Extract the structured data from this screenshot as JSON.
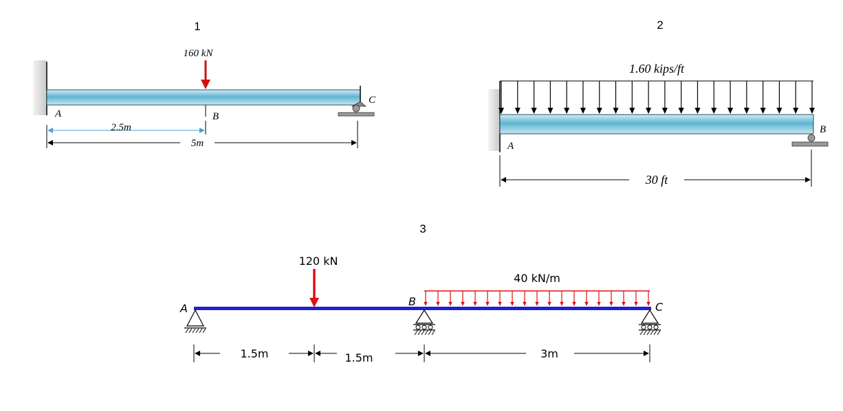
{
  "problems": [
    {
      "number": "1",
      "load_label": "160 kN",
      "points": {
        "a": "A",
        "b": "B",
        "c": "C"
      },
      "dims": {
        "ab": "2.5m",
        "ac": "5m"
      },
      "colors": {
        "beam": "#5fb4d0",
        "load": "#cc1111"
      }
    },
    {
      "number": "2",
      "load_label": "1.60 kips/ft",
      "points": {
        "a": "A",
        "b": "B"
      },
      "dims": {
        "ab": "30 ft"
      },
      "colors": {
        "beam": "#5fb4d0",
        "load": "#000000"
      }
    },
    {
      "number": "3",
      "point_load_label": "120 kN",
      "dist_load_label": "40 kN/m",
      "points": {
        "a": "A",
        "b": "B",
        "c": "C"
      },
      "dims": {
        "d1": "1.5m",
        "d2": "1.5m",
        "d3": "3m"
      },
      "colors": {
        "beam": "#2020d0",
        "load": "#e01010"
      }
    }
  ]
}
